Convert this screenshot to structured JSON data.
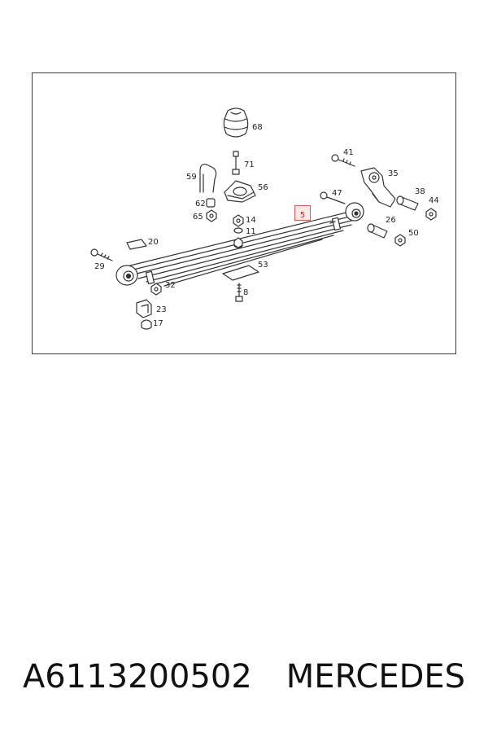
{
  "diagram": {
    "highlighted_callout": "5",
    "callouts": {
      "c68": "68",
      "c71": "71",
      "c59": "59",
      "c56": "56",
      "c62": "62",
      "c65": "65",
      "c14": "14",
      "c11": "11",
      "c20": "20",
      "c29": "29",
      "c53": "53",
      "c8": "8",
      "c32": "32",
      "c23": "23",
      "c17": "17",
      "c41": "41",
      "c47": "47",
      "c35": "35",
      "c38": "38",
      "c44": "44",
      "c26": "26",
      "c50": "50"
    }
  },
  "caption": {
    "part_number": "A6113200502",
    "brand": "MERCEDES"
  }
}
